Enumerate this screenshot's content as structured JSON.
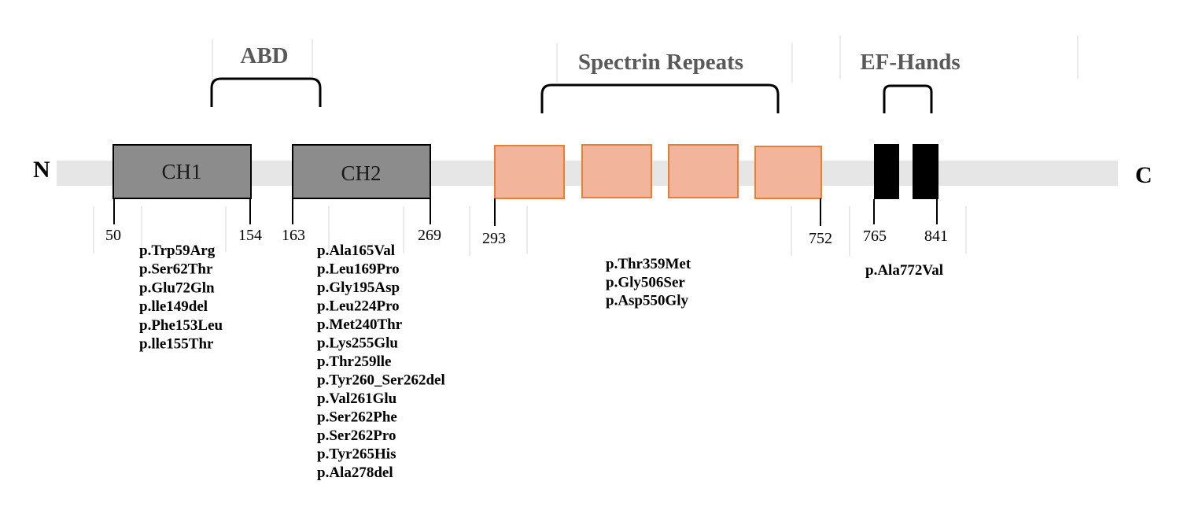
{
  "terminals": {
    "n": "N",
    "c": "C"
  },
  "groups": {
    "abd": "ABD",
    "spectrin": "Spectrin Repeats",
    "ef": "EF-Hands"
  },
  "domains": {
    "ch1": "CH1",
    "ch2": "CH2"
  },
  "positions": {
    "p50": "50",
    "p154": "154",
    "p163": "163",
    "p269": "269",
    "p293": "293",
    "p752": "752",
    "p765": "765",
    "p841": "841"
  },
  "mutations": {
    "ch1": [
      "p.Trp59Arg",
      "p.Ser62Thr",
      "p.Glu72Gln",
      "p.lle149del",
      "p.Phe153Leu",
      "p.lle155Thr"
    ],
    "ch2": [
      "p.Ala165Val",
      "p.Leu169Pro",
      "p.Gly195Asp",
      "p.Leu224Pro",
      "p.Met240Thr",
      "p.Lys255Glu",
      "p.Thr259lle",
      "p.Tyr260_Ser262del",
      "p.Val261Glu",
      "p.Ser262Phe",
      "p.Ser262Pro",
      "p.Tyr265His",
      "p.Ala278del"
    ],
    "spectrin": [
      "p.Thr359Met",
      "p.Gly506Ser",
      "p.Asp550Gly"
    ],
    "ef": [
      "p.Ala772Val"
    ]
  },
  "colors": {
    "backbone": "#e6e6e6",
    "ch_fill": "#8c8c8c",
    "spectrin_fill": "#f2b49a",
    "spectrin_stroke": "#ed7d31",
    "ef_fill": "#000000",
    "group_title": "#595959"
  }
}
